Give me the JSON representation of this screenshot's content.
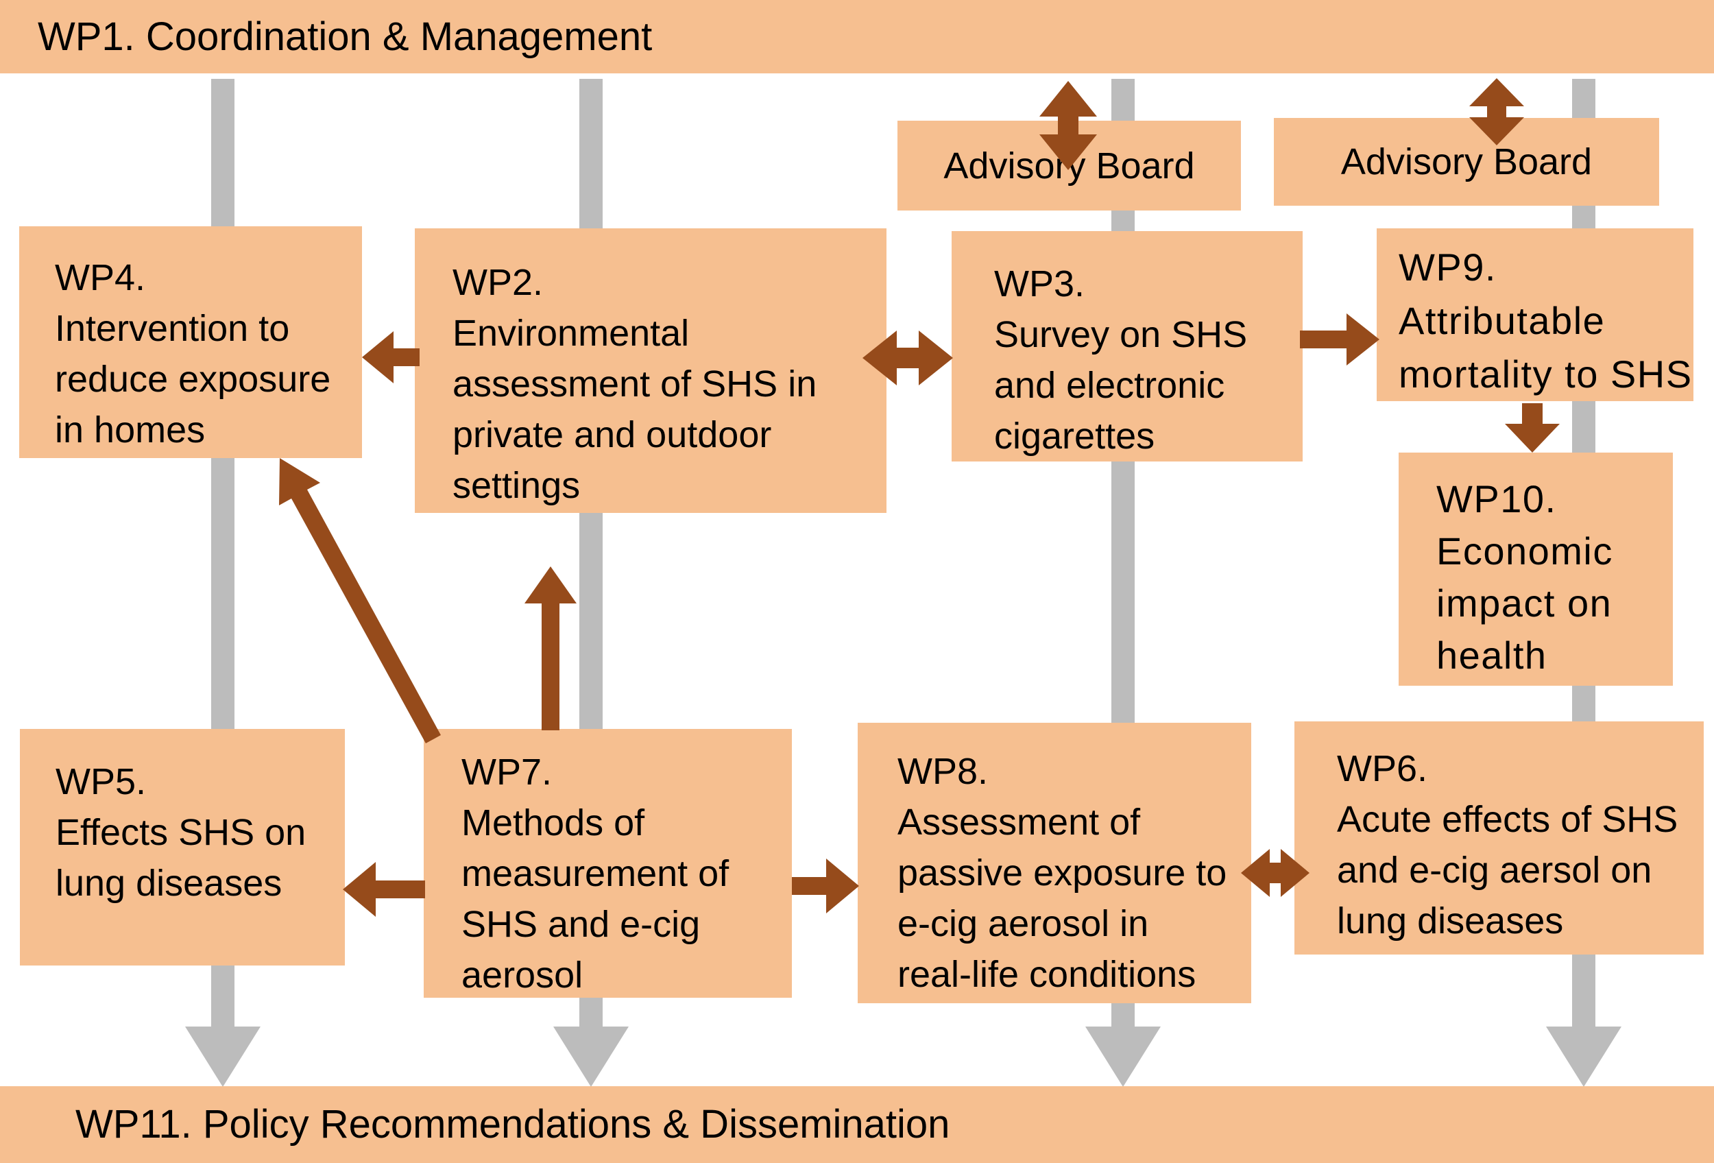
{
  "header": {
    "label": "WP1. Coordination & Management"
  },
  "footer": {
    "label": "WP11. Policy Recommendations & Dissemination"
  },
  "advisory_boards": {
    "left": {
      "label": "Advisory Board"
    },
    "right": {
      "label": "Advisory Board"
    }
  },
  "boxes": {
    "wp2": {
      "text": "WP2.\nEnvironmental\nassessment of SHS in\nprivate and outdoor\nsettings"
    },
    "wp3": {
      "text": "WP3.\nSurvey on SHS\nand electronic\ncigarettes"
    },
    "wp4": {
      "text": "WP4.\nIntervention to\nreduce exposure\nin homes"
    },
    "wp5": {
      "text": "WP5.\nEffects SHS on\nlung diseases"
    },
    "wp6": {
      "text": "WP6.\nAcute effects of SHS\nand e-cig aersol on\nlung diseases"
    },
    "wp7": {
      "text": "WP7.\nMethods of\nmeasurement of\nSHS and e-cig\naerosol"
    },
    "wp8": {
      "text": "WP8.\nAssessment of\npassive exposure to\ne-cig aerosol in\nreal-life conditions"
    },
    "wp9": {
      "text": "WP9.\nAttributable\nmortality to SHS"
    },
    "wp10": {
      "text": "WP10.\nEconomic\nimpact on\nhealth"
    }
  },
  "connections": [
    {
      "from": "WP1",
      "to": "Advisory Board (left)",
      "type": "bidirectional"
    },
    {
      "from": "WP1",
      "to": "Advisory Board (right)",
      "type": "bidirectional"
    },
    {
      "from": "WP2",
      "to": "WP4",
      "type": "arrow"
    },
    {
      "from": "WP2",
      "to": "WP3",
      "type": "bidirectional"
    },
    {
      "from": "WP3",
      "to": "WP9",
      "type": "arrow"
    },
    {
      "from": "WP9",
      "to": "WP10",
      "type": "arrow"
    },
    {
      "from": "WP7",
      "to": "WP4",
      "type": "arrow"
    },
    {
      "from": "WP7",
      "to": "WP2",
      "type": "arrow"
    },
    {
      "from": "WP7",
      "to": "WP5",
      "type": "arrow"
    },
    {
      "from": "WP7",
      "to": "WP8",
      "type": "arrow"
    },
    {
      "from": "WP8",
      "to": "WP6",
      "type": "bidirectional"
    },
    {
      "from": "WP1",
      "to": "WP11",
      "type": "flow",
      "note": "four gray vertical flow arrows"
    }
  ],
  "colors": {
    "box_fill": "#F6BF90",
    "arrow_brown": "#964B1B",
    "flow_gray": "#BCBCBC",
    "text": "#000000",
    "background": "#FFFFFF"
  }
}
